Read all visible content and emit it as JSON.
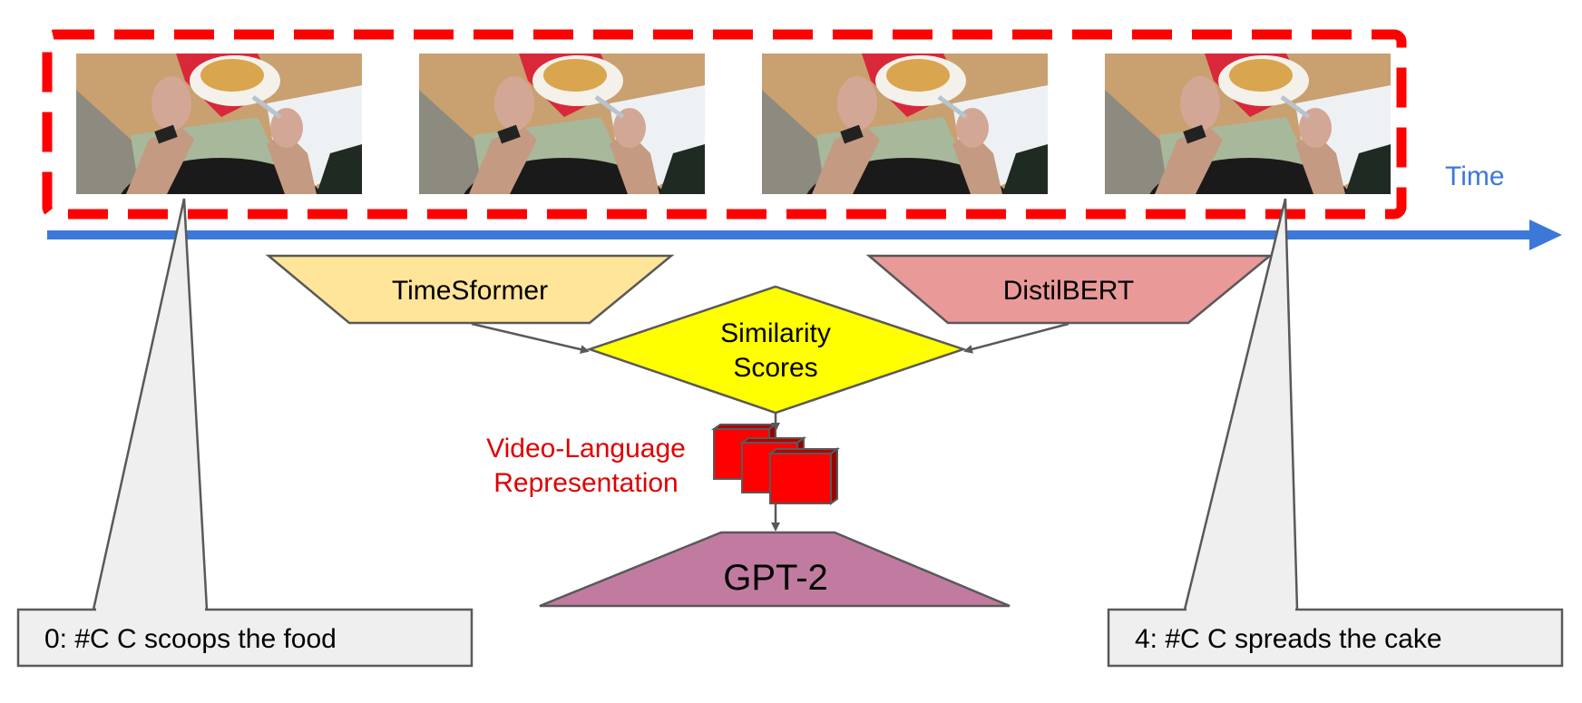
{
  "diagram": {
    "time_label": "Time",
    "frames": [
      {
        "name": "frame-1"
      },
      {
        "name": "frame-2"
      },
      {
        "name": "frame-3"
      },
      {
        "name": "frame-4"
      }
    ],
    "timesformer_label": "TimeSformer",
    "distilbert_label": "DistilBERT",
    "similarity_line1": "Similarity",
    "similarity_line2": "Scores",
    "vl_line1": "Video-Language",
    "vl_line2": "Representation",
    "gpt2_label": "GPT-2",
    "caption_left": "0: #C C scoops the food",
    "caption_right": "4: #C C spreads the cake",
    "colors": {
      "dashed_box": "#ff0000",
      "time_axis": "#3c78d8",
      "timesformer": "#ffe599",
      "distilbert": "#ea9999",
      "similarity": "#ffff00",
      "representation": "#ff0000",
      "gpt2": "#c27ba0",
      "callout": "#efefef",
      "vl_text": "#e00000"
    }
  }
}
